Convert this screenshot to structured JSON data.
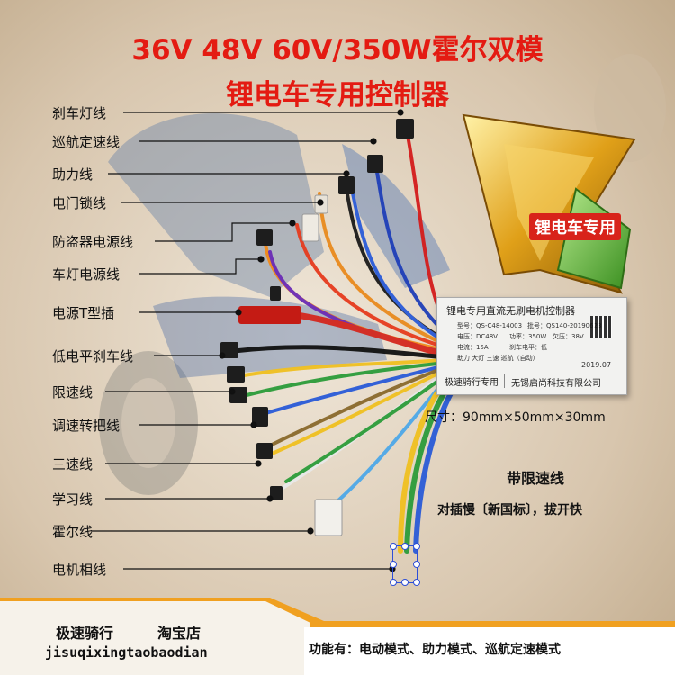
{
  "title": {
    "line1": "36V 48V 60V/350W霍尔双模",
    "line2": "锂电车专用控制器"
  },
  "badge": "锂电车专用",
  "wire_labels": [
    "刹车灯线",
    "巡航定速线",
    "助力线",
    "电门锁线",
    "防盗器电源线",
    "车灯电源线",
    "电源T型插",
    "低电平刹车线",
    "限速线",
    "调速转把线",
    "三速线",
    "学习线",
    "霍尔线",
    "电机相线"
  ],
  "controller": {
    "name": "锂电专用直流无刷电机控制器",
    "model": "型号：QS-C48-14003",
    "batch": "批号：QS140-20190623",
    "voltage_in": "电压：DC48V",
    "power": "功率：350W",
    "undervoltage": "欠压：38V",
    "current": "电流：15A",
    "brake_level": "刹车电平：低",
    "functions": "助力 大灯 三速 巡航（自动）",
    "date": "2019.07",
    "brand": "极速骑行专用",
    "maker": "无锡启尚科技有限公司"
  },
  "size_text": "尺寸：90mm×50mm×30mm",
  "speed_limit_title": "带限速线",
  "speed_limit_desc": "对插慢〔新国标〕，拔开快",
  "shop": {
    "name": "极速骑行",
    "platform": "淘宝店",
    "pinyin": "jisuqixingtaobaodian"
  },
  "function_modes": "功能有：电动模式、助力模式、巡航定速模式",
  "colors": {
    "title_red": "#e41b12",
    "star_gold": "#e0a019",
    "star_green": "#5bb531",
    "footer_orange": "#f0a020"
  }
}
